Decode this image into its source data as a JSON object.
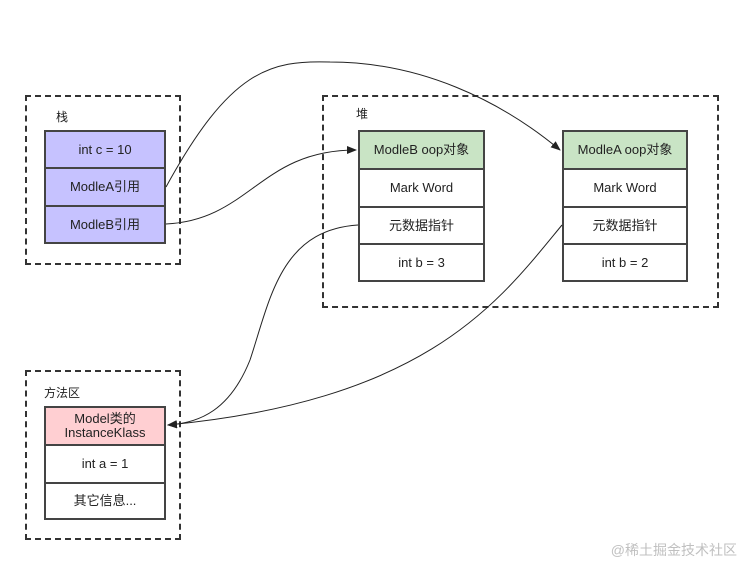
{
  "stack": {
    "title": "栈",
    "cells": [
      "int c = 10",
      "ModleA引用",
      "ModleB引用"
    ]
  },
  "heap": {
    "title": "堆",
    "objectB": [
      "ModleB oop对象",
      "Mark Word",
      "元数据指针",
      "int b = 3"
    ],
    "objectA": [
      "ModleA oop对象",
      "Mark Word",
      "元数据指针",
      "int b = 2"
    ]
  },
  "method_area": {
    "title": "方法区",
    "klass_title_line1": "Model类的",
    "klass_title_line2": "InstanceKlass",
    "cells": [
      "int a = 1",
      "其它信息..."
    ]
  },
  "watermark": "@稀土掘金技术社区",
  "colors": {
    "stack_fill": "#c6c2ff",
    "oop_header_fill": "#c9e4c5",
    "klass_header_fill": "#ffcfd2"
  }
}
